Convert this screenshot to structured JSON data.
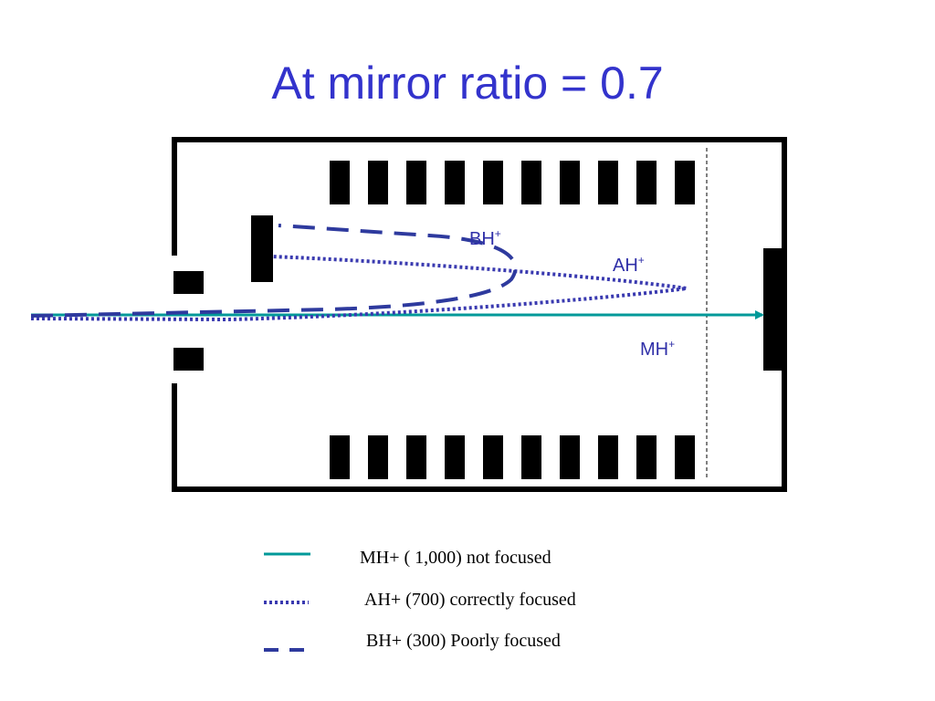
{
  "title": "At mirror ratio = 0.7",
  "colors": {
    "title": "#3333cc",
    "mh_line": "#009999",
    "ah_line": "#3a3ab0",
    "bh_line": "#2e3a9e",
    "electrode": "#000000"
  },
  "ion_labels": {
    "bh": {
      "base": "BH",
      "sup": "+"
    },
    "ah": {
      "base": "AH",
      "sup": "+"
    },
    "mh": {
      "base": "MH",
      "sup": "+"
    }
  },
  "legend": [
    {
      "style": "solid",
      "text": "MH+ ( 1,000) not focused"
    },
    {
      "style": "dotted",
      "text": "AH+ (700) correctly focused"
    },
    {
      "style": "dashed",
      "text": "BH+ (300) Poorly focused"
    }
  ]
}
